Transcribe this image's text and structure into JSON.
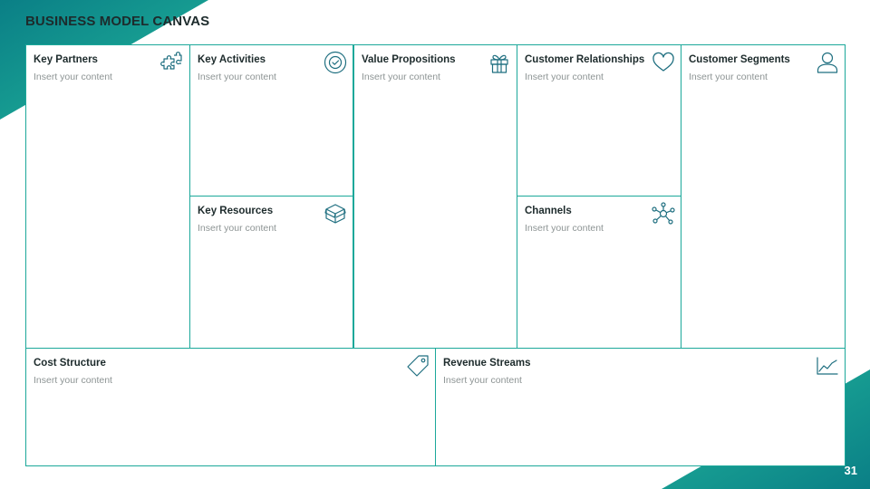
{
  "title": "BUSINESS MODEL CANVAS",
  "page_number": "31",
  "colors": {
    "accent": "#1ba89a",
    "accent_dark": "#0e8a88",
    "icon": "#1f6f80",
    "text": "#1d2b2c",
    "muted": "#8d9494"
  },
  "blocks": {
    "key_partners": {
      "label": "Key Partners",
      "body": "Insert your content",
      "icon": "puzzle-icon"
    },
    "key_activities": {
      "label": "Key Activities",
      "body": "Insert your content",
      "icon": "check-circle-icon"
    },
    "key_resources": {
      "label": "Key Resources",
      "body": "Insert your content",
      "icon": "box-icon"
    },
    "value_propositions": {
      "label": "Value Propositions",
      "body": "Insert your content",
      "icon": "gift-icon"
    },
    "customer_relationships": {
      "label": "Customer Relationships",
      "body": "Insert your content",
      "icon": "heart-icon"
    },
    "channels": {
      "label": "Channels",
      "body": "Insert your content",
      "icon": "network-icon"
    },
    "customer_segments": {
      "label": "Customer Segments",
      "body": "Insert your content",
      "icon": "user-icon"
    },
    "cost_structure": {
      "label": "Cost Structure",
      "body": "Insert your content",
      "icon": "tag-icon"
    },
    "revenue_streams": {
      "label": "Revenue Streams",
      "body": "Insert your content",
      "icon": "line-chart-icon"
    }
  }
}
